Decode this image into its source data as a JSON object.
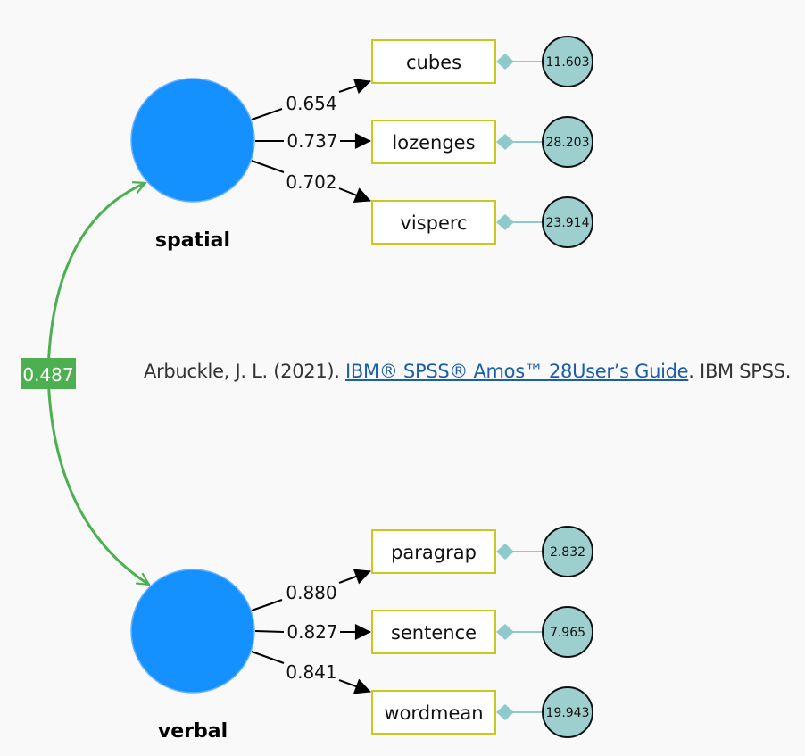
{
  "colors": {
    "latent": "#1590ff",
    "covariance": "#4caf50",
    "observed_border": "#c8c81e",
    "error_fill": "#9ecfcf",
    "error_link": "#8fcaca"
  },
  "latents": [
    {
      "label": "spatial",
      "indicators": [
        {
          "label": "cubes",
          "loading": "0.654",
          "error": "11.603"
        },
        {
          "label": "lozenges",
          "loading": "0.737",
          "error": "28.203"
        },
        {
          "label": "visperc",
          "loading": "0.702",
          "error": "23.914"
        }
      ]
    },
    {
      "label": "verbal",
      "indicators": [
        {
          "label": "paragrap",
          "loading": "0.880",
          "error": "2.832"
        },
        {
          "label": "sentence",
          "loading": "0.827",
          "error": "7.965"
        },
        {
          "label": "wordmean",
          "loading": "0.841",
          "error": "19.943"
        }
      ]
    }
  ],
  "covariance": "0.487",
  "citation": {
    "prefix": "Arbuckle, J. L. (2021). ",
    "link_text": "IBM® SPSS® Amos™ 28User’s Guide",
    "suffix": ". IBM SPSS."
  }
}
